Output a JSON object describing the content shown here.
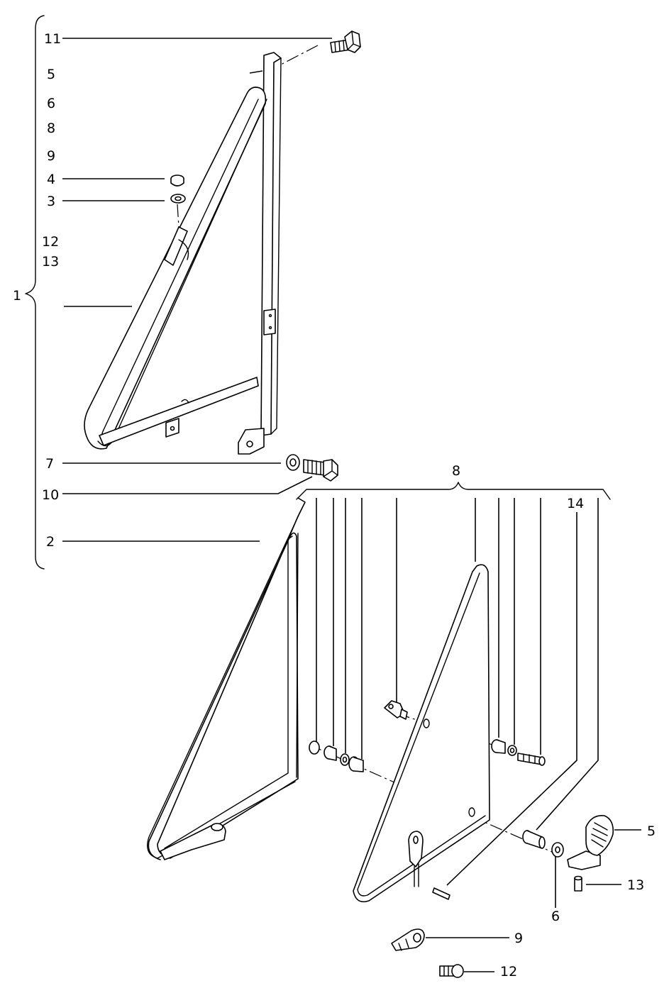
{
  "diagram": {
    "colors": {
      "line": "#000000",
      "background": "#ffffff"
    },
    "callouts": {
      "c11": "11",
      "c5a": "5",
      "c6a": "6",
      "c8a": "8",
      "c9a": "9",
      "c4": "4",
      "c3": "3",
      "c12a": "12",
      "c13a": "13",
      "c1": "1",
      "c7": "7",
      "c10": "10",
      "c2": "2",
      "c8b": "8",
      "c14": "14",
      "c5b": "5",
      "c13b": "13",
      "c6b": "6",
      "c9b": "9",
      "c12b": "12"
    }
  }
}
